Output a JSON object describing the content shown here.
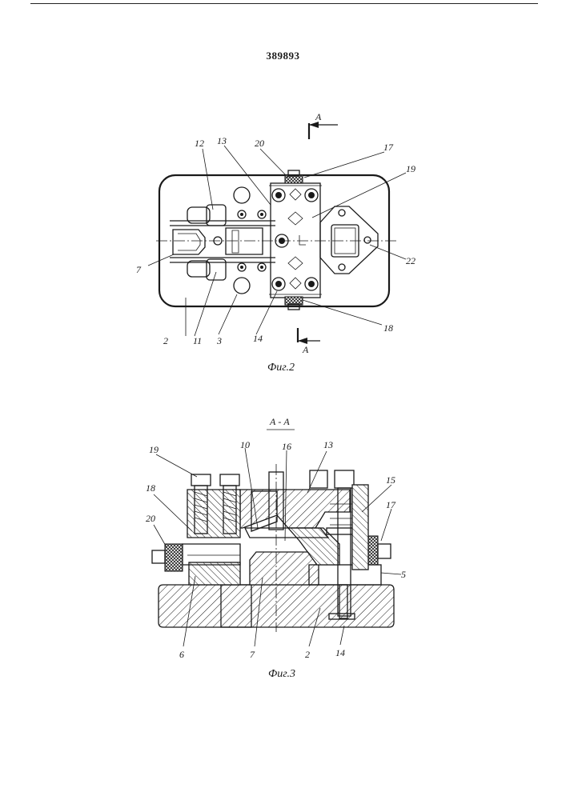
{
  "patent_number": "389893",
  "fig2": {
    "caption": "Фиг.2",
    "section_marker_top": "A",
    "section_marker_bottom": "A",
    "callouts": {
      "c12": "12",
      "c13": "13",
      "c20": "20",
      "c17": "17",
      "c19": "19",
      "c7": "7",
      "c22": "22",
      "c2": "2",
      "c11": "11",
      "c3": "3",
      "c14": "14",
      "c18": "18"
    }
  },
  "fig3": {
    "section_title": "А - А",
    "caption": "Фиг.3",
    "callouts": {
      "c19": "19",
      "c10": "10",
      "c16": "16",
      "c13": "13",
      "c18": "18",
      "c15": "15",
      "c20": "20",
      "c17": "17",
      "c5": "5",
      "c6": "6",
      "c7": "7",
      "c2": "2",
      "c14": "14"
    }
  }
}
